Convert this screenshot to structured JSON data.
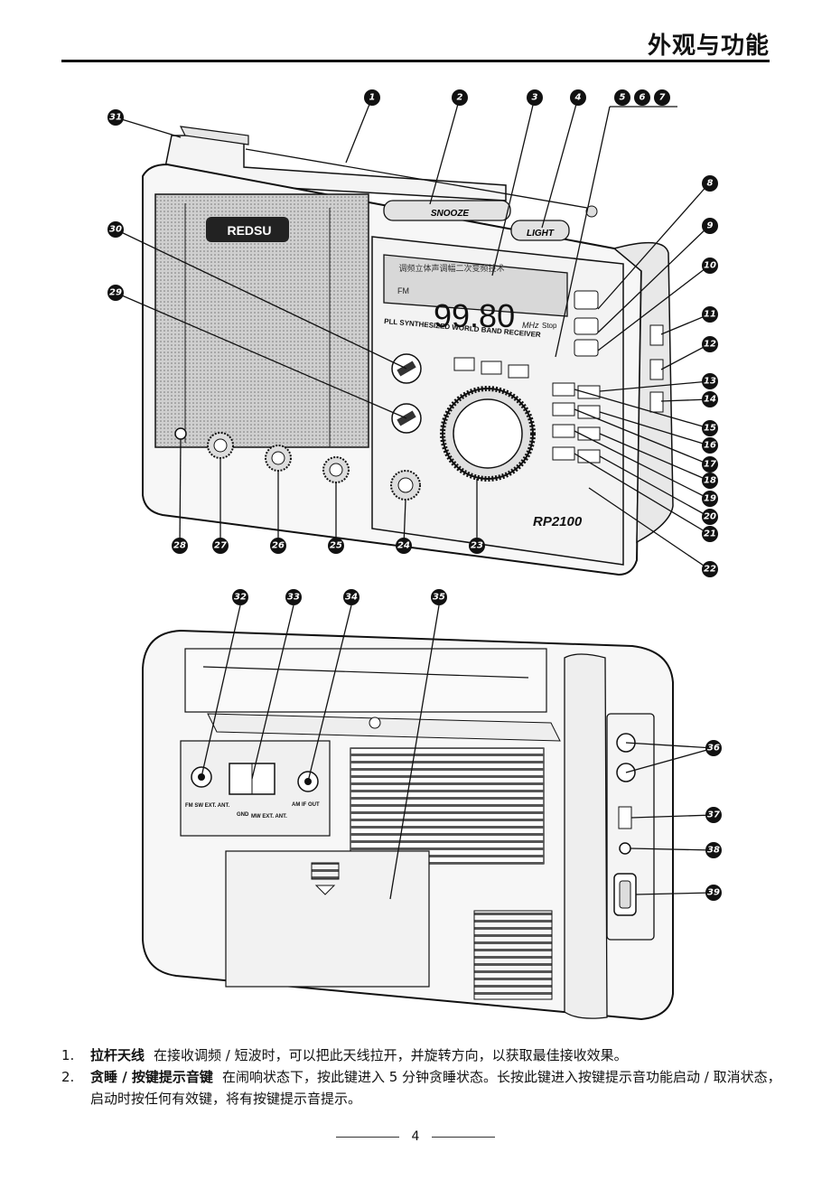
{
  "header": {
    "title": "外观与功能"
  },
  "radio_front": {
    "brand": "REDSU",
    "snooze_label": "SNOOZE",
    "light_label": "LIGHT",
    "display_value": "99.80",
    "display_unit": "MHz",
    "display_stop": "Stop",
    "display_fm": "FM",
    "band_text": "PLL SYNTHESIZED WORLD BAND RECEIVER",
    "cn_banner": "调频立体声调幅二次变频技术",
    "model": "RP2100"
  },
  "radio_back": {
    "fm_ant_label": "FM SW EXT. ANT.",
    "gnd_label": "GND",
    "mw_ant_label": "MW EXT. ANT.",
    "am_out_label": "AM IF OUT"
  },
  "callouts": [
    "1",
    "2",
    "3",
    "4",
    "5",
    "6",
    "7",
    "8",
    "9",
    "10",
    "11",
    "12",
    "13",
    "14",
    "15",
    "16",
    "17",
    "18",
    "19",
    "20",
    "21",
    "22",
    "23",
    "24",
    "25",
    "26",
    "27",
    "28",
    "29",
    "30",
    "31",
    "32",
    "33",
    "34",
    "35",
    "36",
    "37",
    "38",
    "39"
  ],
  "descriptions": [
    {
      "num": "1.",
      "term": "拉杆天线",
      "text": "在接收调频 / 短波时，可以把此天线拉开，并旋转方向，以获取最佳接收效果。"
    },
    {
      "num": "2.",
      "term": "贪睡 / 按键提示音键",
      "text": "在闹响状态下，按此键进入 5 分钟贪睡状态。长按此键进入按键提示音功能启动 / 取消状态，启动时按任何有效键，将有按键提示音提示。"
    }
  ],
  "footer": {
    "page_number": "4"
  }
}
